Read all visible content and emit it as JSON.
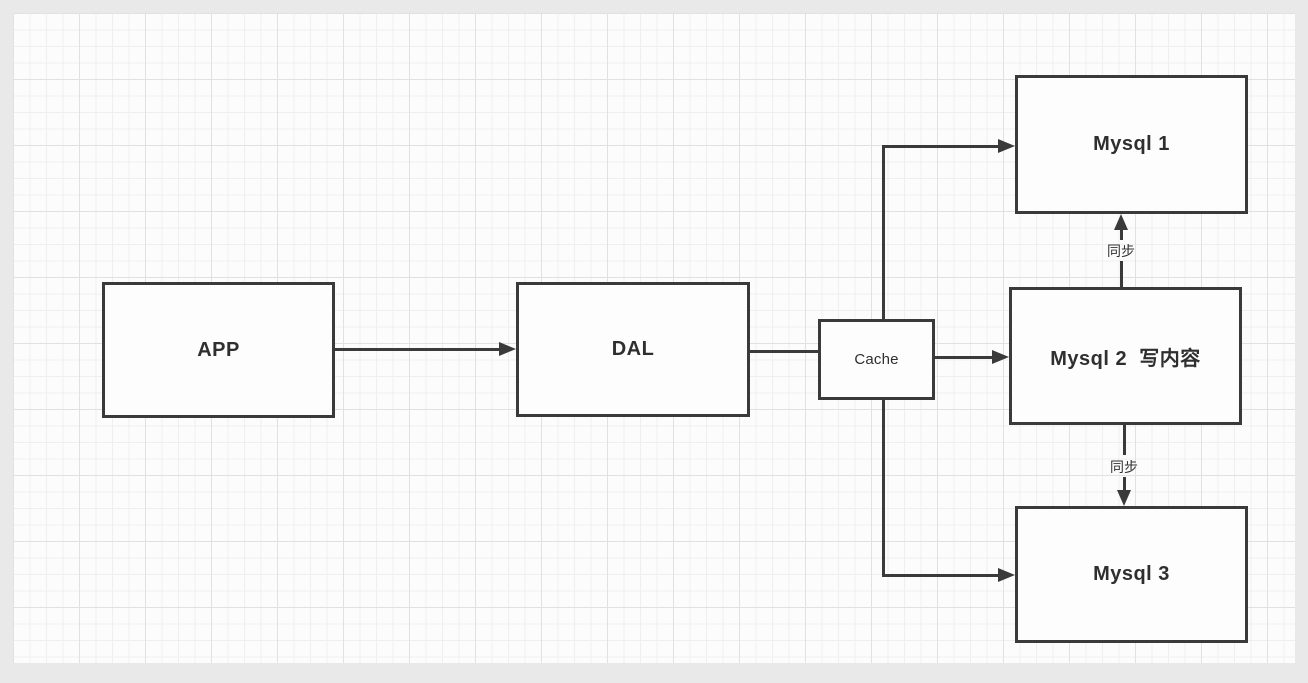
{
  "diagram": {
    "title": "APP-DAL-Cache-MySQL replication architecture",
    "nodes": {
      "app": {
        "label": "APP"
      },
      "dal": {
        "label": "DAL"
      },
      "cache": {
        "label": "Cache"
      },
      "mysql1": {
        "label": "Mysql 1"
      },
      "mysql2": {
        "label": "Mysql 2  写内容"
      },
      "mysql3": {
        "label": "Mysql 3"
      }
    },
    "edges": {
      "app_to_dal": {
        "from": "APP",
        "to": "DAL",
        "arrow": true,
        "label": ""
      },
      "dal_to_cache": {
        "from": "DAL",
        "to": "Cache",
        "arrow": false,
        "label": ""
      },
      "cache_to_mysql1": {
        "from": "Cache",
        "to": "Mysql 1",
        "arrow": true,
        "label": ""
      },
      "cache_to_mysql2": {
        "from": "Cache",
        "to": "Mysql 2",
        "arrow": true,
        "label": ""
      },
      "cache_to_mysql3": {
        "from": "Cache",
        "to": "Mysql 3",
        "arrow": true,
        "label": ""
      },
      "mysql2_to_mysql1": {
        "from": "Mysql 2",
        "to": "Mysql 1",
        "arrow": true,
        "label": "同步"
      },
      "mysql2_to_mysql3": {
        "from": "Mysql 2",
        "to": "Mysql 3",
        "arrow": true,
        "label": "同步"
      }
    },
    "colors": {
      "stroke": "#3a3a3a",
      "node_fill": "#fdfdfd",
      "canvas_bg": "#fcfcfc",
      "margin_bg": "#e9e9e9",
      "grid_minor": "#efefef",
      "grid_major": "#e1e1e1",
      "text": "#2f2f2f"
    }
  }
}
